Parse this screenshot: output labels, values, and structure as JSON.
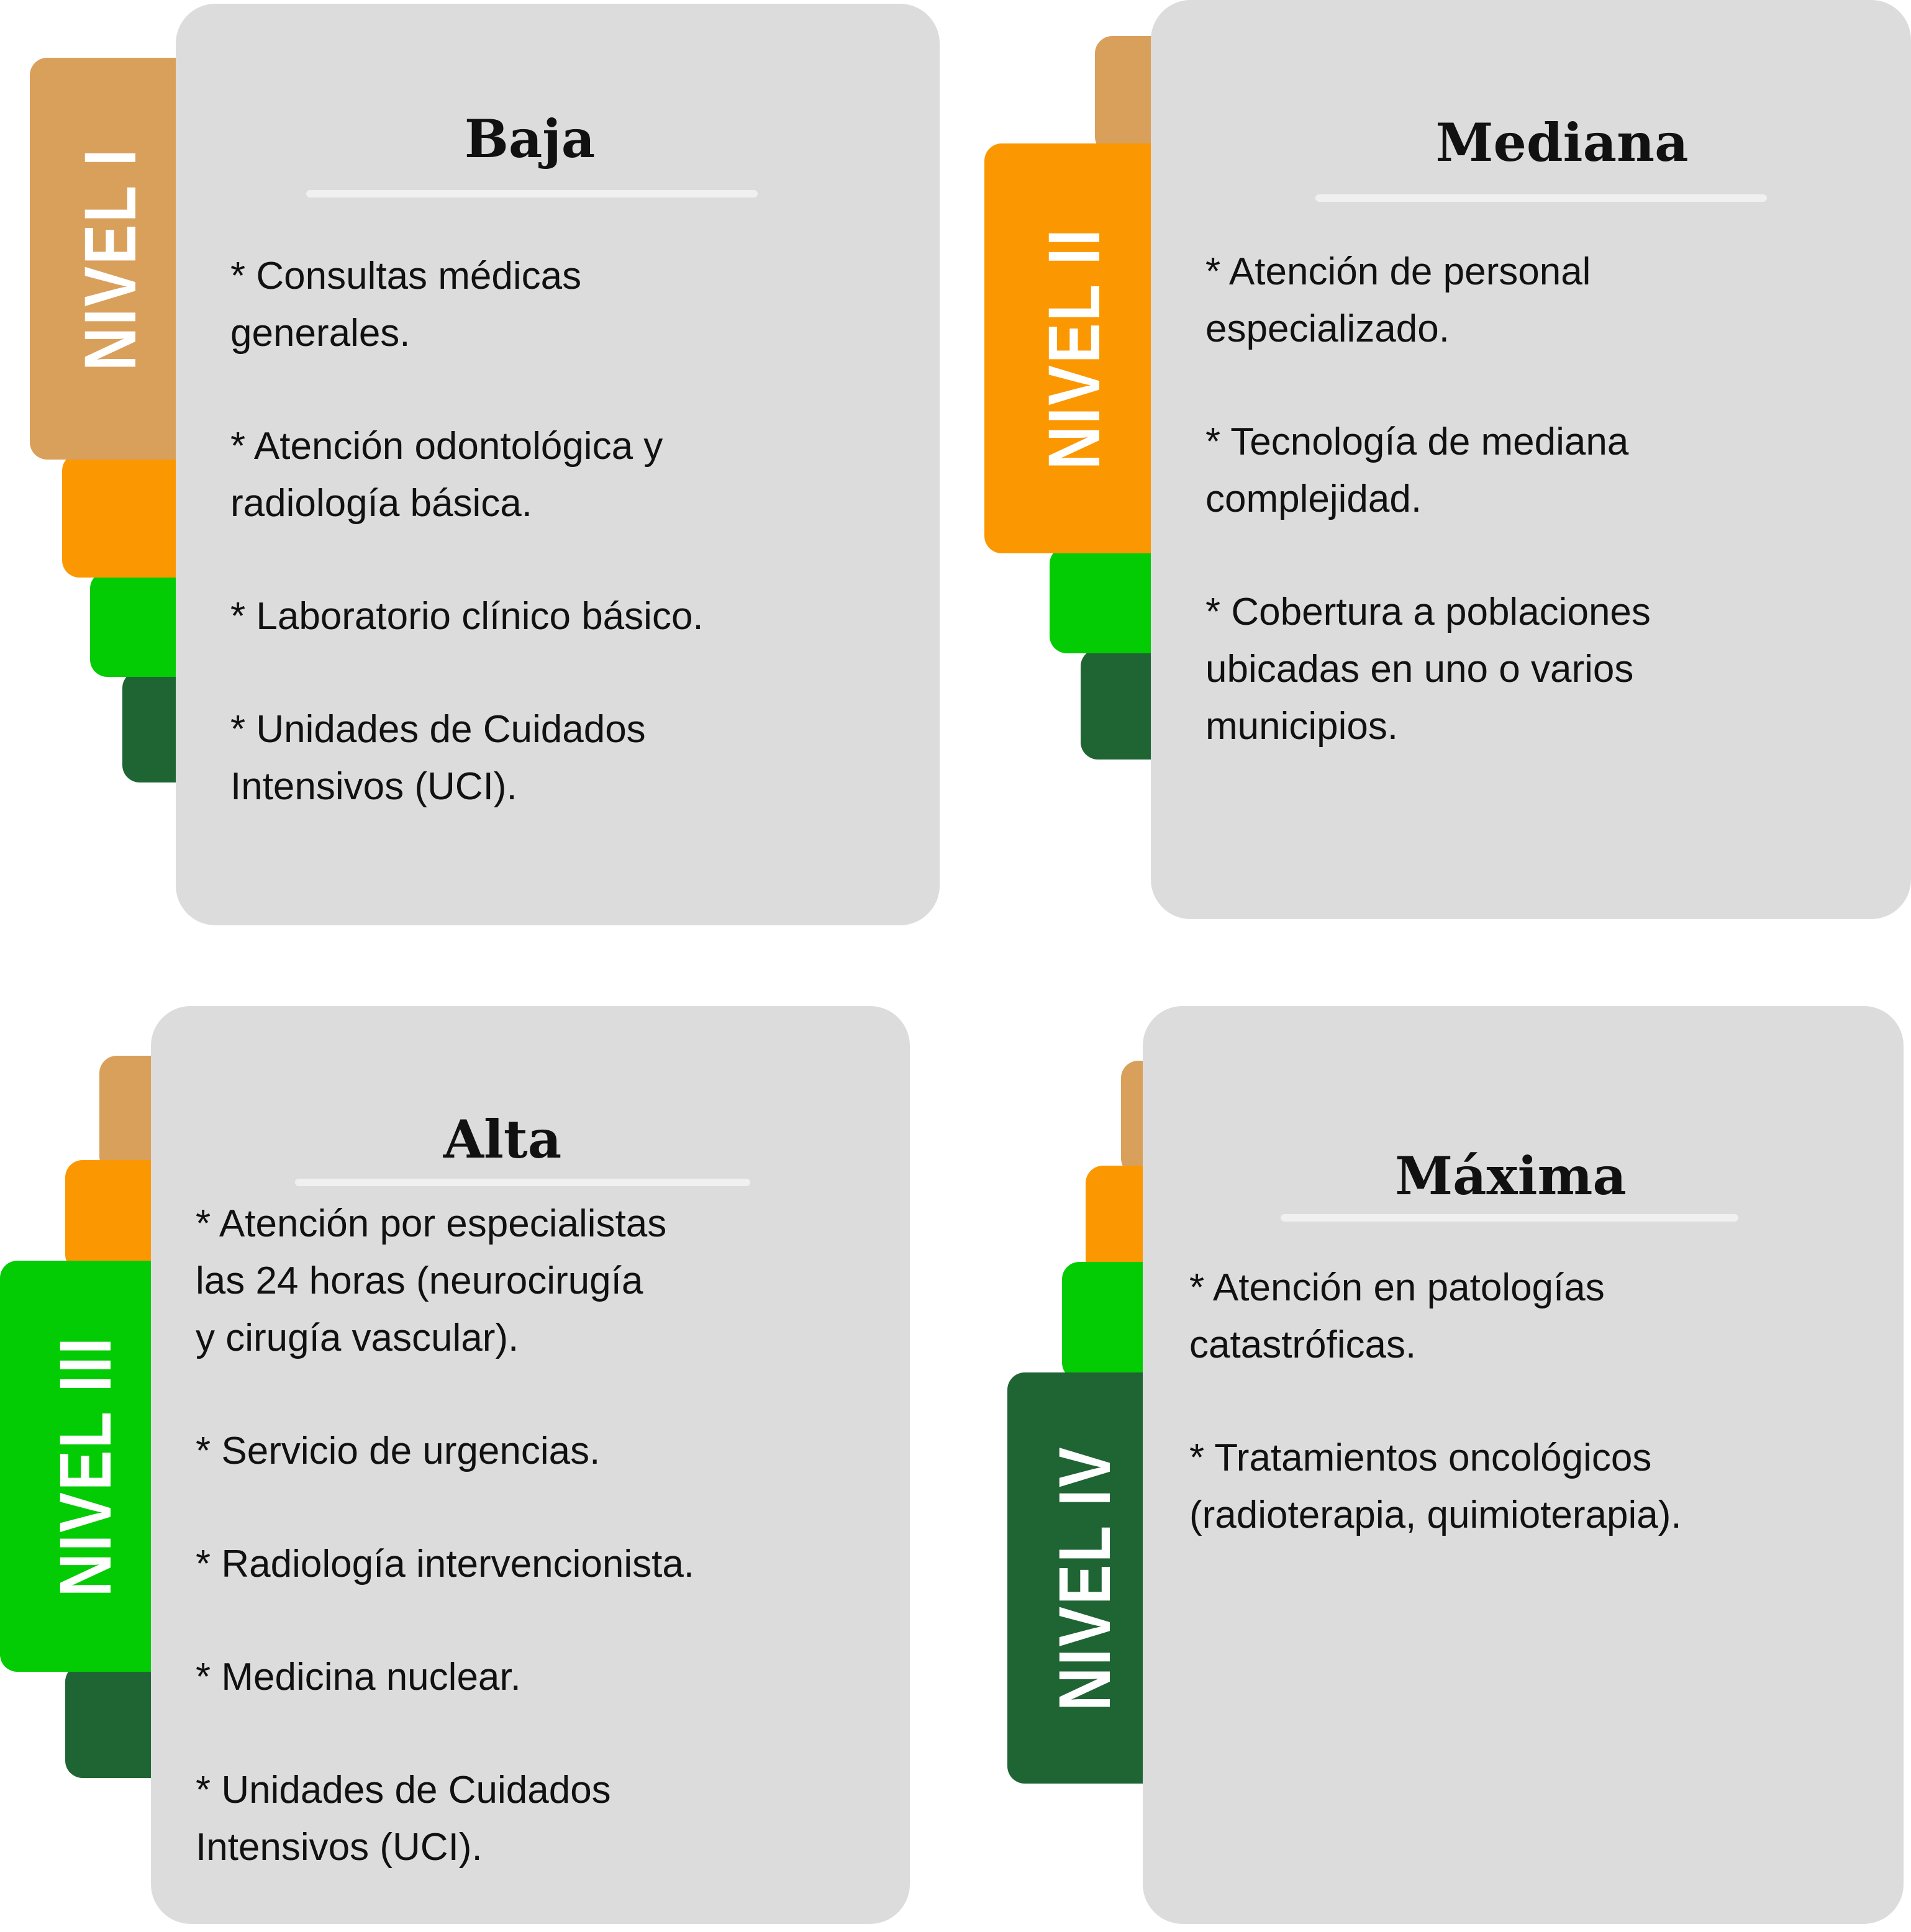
{
  "colors": {
    "tan": "#d9a05c",
    "orange": "#fb9801",
    "green": "#03cb04",
    "dark_green": "#1f6534",
    "card_bg": "#dcdcdc",
    "rule": "#f0f0f0"
  },
  "levels": [
    {
      "tab_label": "NIVEL I",
      "title": "Baja",
      "items": [
        "* Consultas médicas\ngenerales.",
        "* Atención odontológica y\nradiología básica.",
        "* Laboratorio clínico básico.",
        "* Unidades de Cuidados\nIntensivos (UCI)."
      ]
    },
    {
      "tab_label": "NIVEL II",
      "title": "Mediana",
      "items": [
        "* Atención de personal\nespecializado.",
        "* Tecnología de mediana\ncomplejidad.",
        "* Cobertura a poblaciones\nubicadas en uno o varios\n municipios."
      ]
    },
    {
      "tab_label": "NIVEL III",
      "title": "Alta",
      "items": [
        "* Atención por especialistas\nlas 24 horas (neurocirugía\ny cirugía vascular).",
        "* Servicio de urgencias.",
        "* Radiología intervencionista.",
        "* Medicina nuclear.",
        "* Unidades de Cuidados\n Intensivos (UCI)."
      ]
    },
    {
      "tab_label": "NIVEL IV",
      "title": "Máxima",
      "items": [
        "* Atención en patologías\ncatastróficas.",
        "* Tratamientos oncológicos\n(radioterapia, quimioterapia)."
      ]
    }
  ]
}
